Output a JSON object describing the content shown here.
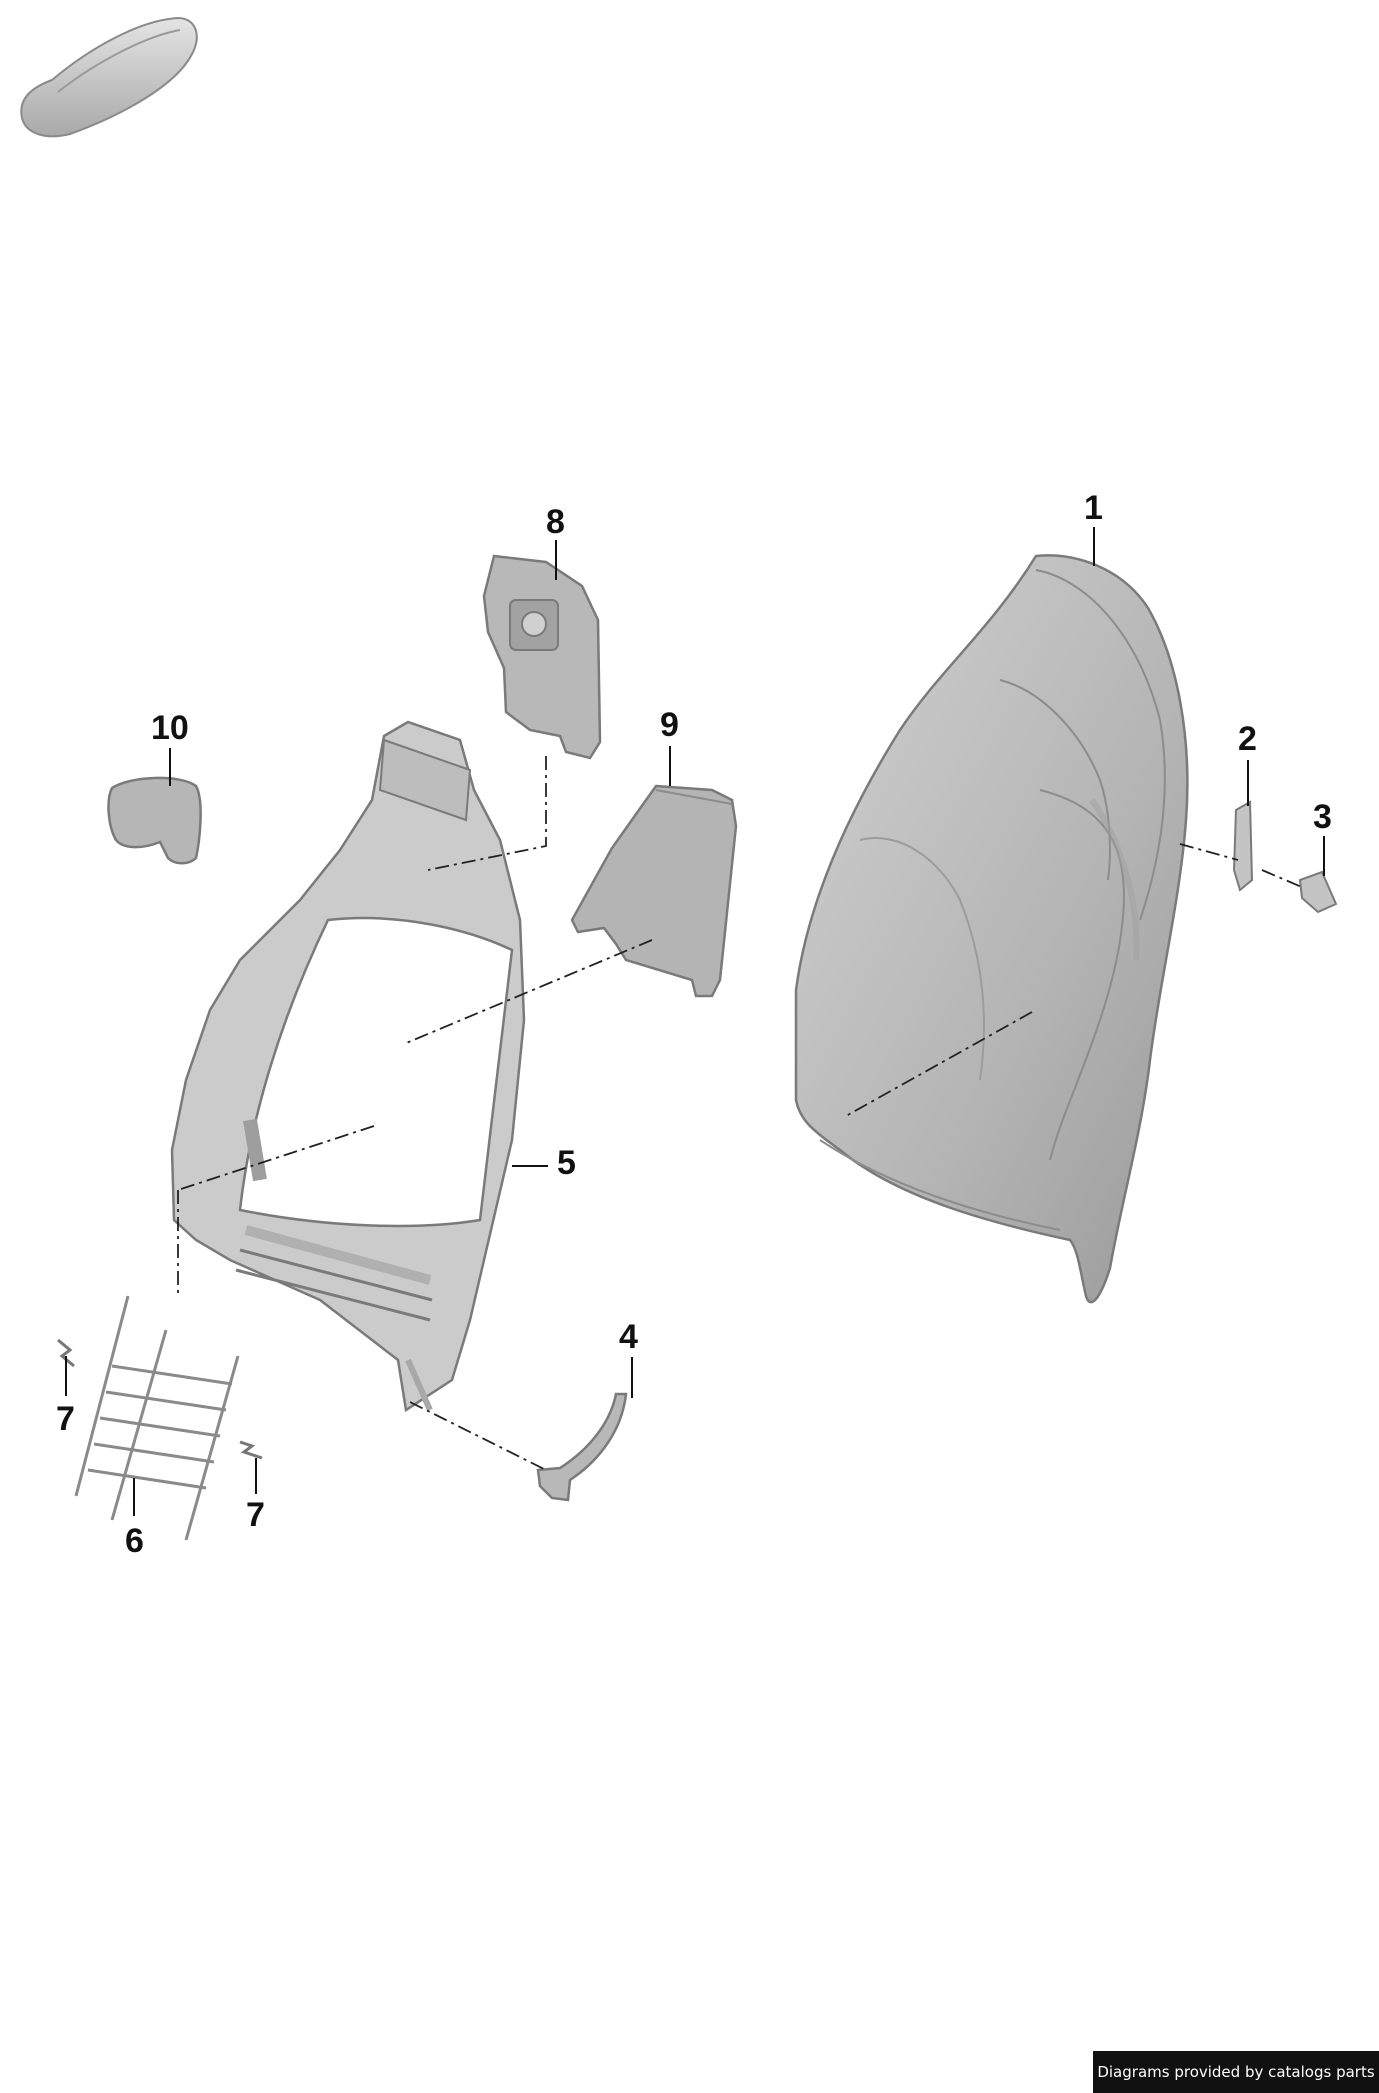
{
  "callouts": {
    "p1": "1",
    "p2": "2",
    "p3": "3",
    "p4": "4",
    "p5": "5",
    "p6": "6",
    "p7a": "7",
    "p7b": "7",
    "p8": "8",
    "p9": "9",
    "p10": "10"
  },
  "credit": "Diagrams provided by catalogs parts",
  "colors": {
    "part_fill": "#b9b9b9",
    "part_stroke": "#7a7a7a",
    "leader": "#111111",
    "credit_bg": "#111111"
  }
}
